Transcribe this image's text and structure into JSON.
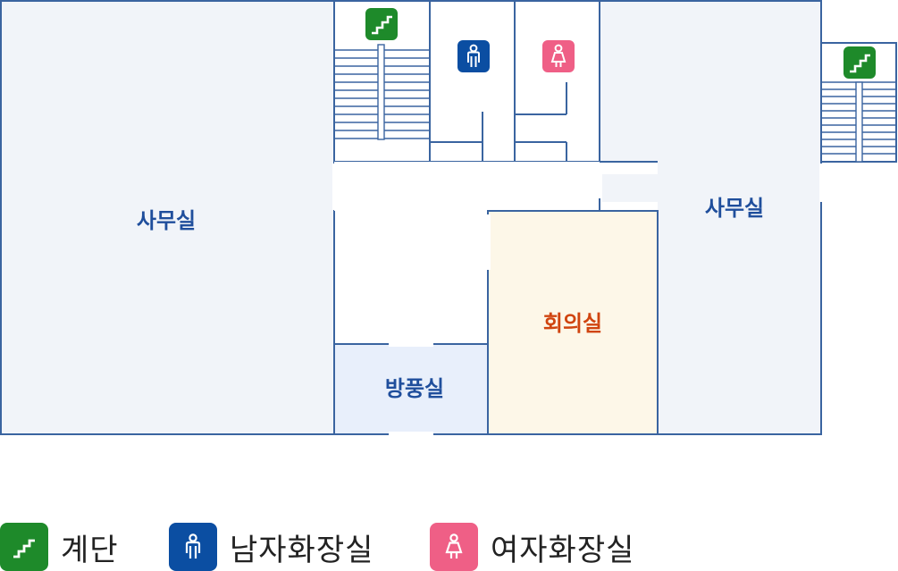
{
  "rooms": {
    "office_left": "사무실",
    "office_right": "사무실",
    "meeting_room": "회의실",
    "windbreak_room": "방풍실"
  },
  "legend": {
    "stairs": "계단",
    "mens_restroom": "남자화장실",
    "womens_restroom": "여자화장실"
  },
  "colors": {
    "wall": "#3a64a0",
    "office_fill": "#f1f4f9",
    "meeting_fill": "#fdf7e8",
    "windbreak_fill": "#e8effb",
    "label_blue": "#1f4e9c",
    "label_orange": "#d0440f",
    "stairs_icon_bg": "#1e8a2a",
    "mens_icon_bg": "#0b4ea2",
    "womens_icon_bg": "#ef5f86"
  },
  "icons": {
    "stairs": "stairs-icon",
    "mens": "man-icon",
    "womens": "woman-icon"
  }
}
